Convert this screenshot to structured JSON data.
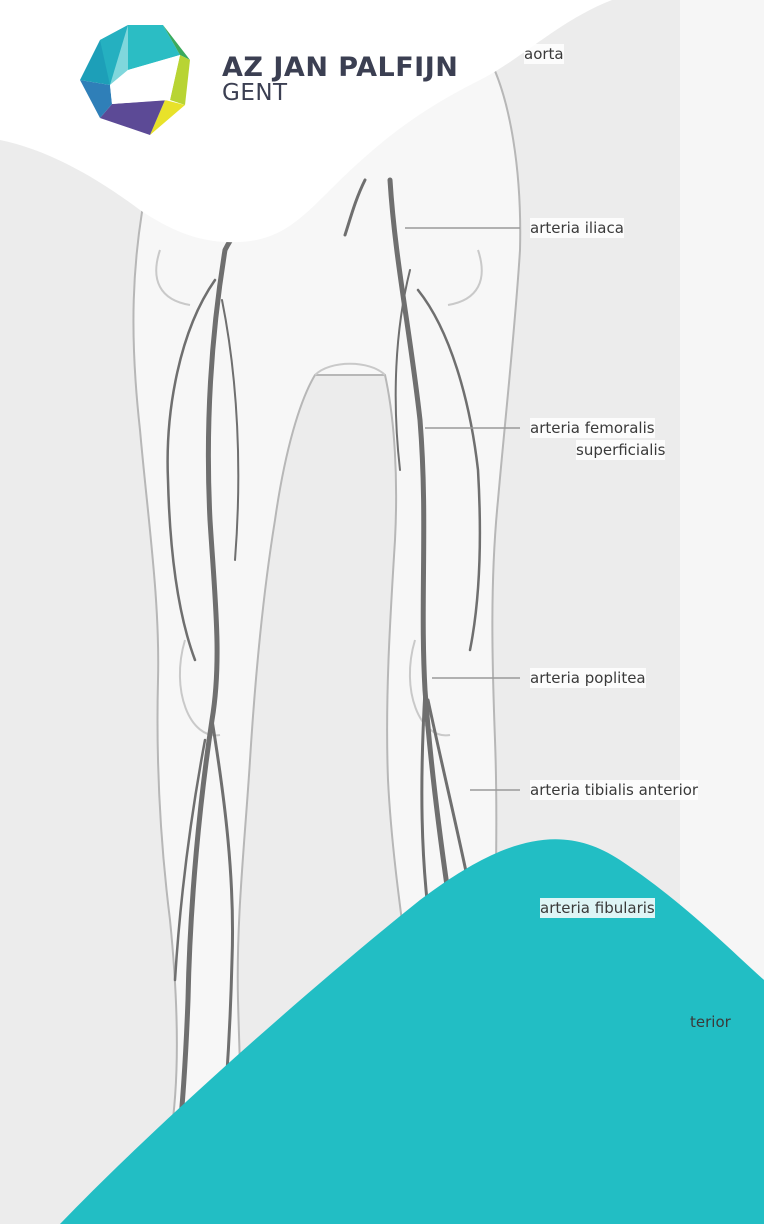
{
  "brand": {
    "name": "AZ JAN PALFIJN",
    "location": "GENT",
    "logo_colors": [
      "#2bbdc4",
      "#3aaa5c",
      "#b8d433",
      "#e8e22a",
      "#5c4a96",
      "#2f7fb8"
    ]
  },
  "colors": {
    "teal_shape": "#22bec4",
    "white_shape": "#ffffff",
    "background": "#ececec"
  },
  "labels": [
    {
      "id": "aorta",
      "text": "aorta"
    },
    {
      "id": "iliaca",
      "text": "arteria iliaca"
    },
    {
      "id": "femoralis",
      "text": "arteria femoralis"
    },
    {
      "id": "femoralis2",
      "text": "superficialis"
    },
    {
      "id": "poplitea",
      "text": "arteria poplitea"
    },
    {
      "id": "tibialis",
      "text": "arteria tibialis anterior"
    },
    {
      "id": "fibularis",
      "text": "arteria fibularis"
    },
    {
      "id": "posterior",
      "text": "terior"
    }
  ]
}
